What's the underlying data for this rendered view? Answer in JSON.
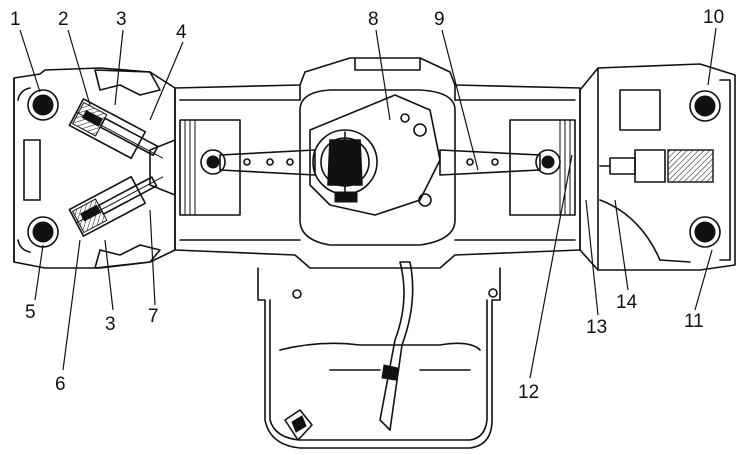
{
  "callouts": [
    {
      "id": "c1",
      "text": "1"
    },
    {
      "id": "c2",
      "text": "2"
    },
    {
      "id": "c3a",
      "text": "3"
    },
    {
      "id": "c4",
      "text": "4"
    },
    {
      "id": "c5",
      "text": "5"
    },
    {
      "id": "c6",
      "text": "6"
    },
    {
      "id": "c3b",
      "text": "3"
    },
    {
      "id": "c7",
      "text": "7"
    },
    {
      "id": "c8",
      "text": "8"
    },
    {
      "id": "c9",
      "text": "9"
    },
    {
      "id": "c10",
      "text": "10"
    },
    {
      "id": "c11",
      "text": "11"
    },
    {
      "id": "c12",
      "text": "12"
    },
    {
      "id": "c13",
      "text": "13"
    },
    {
      "id": "c14",
      "text": "14"
    }
  ]
}
